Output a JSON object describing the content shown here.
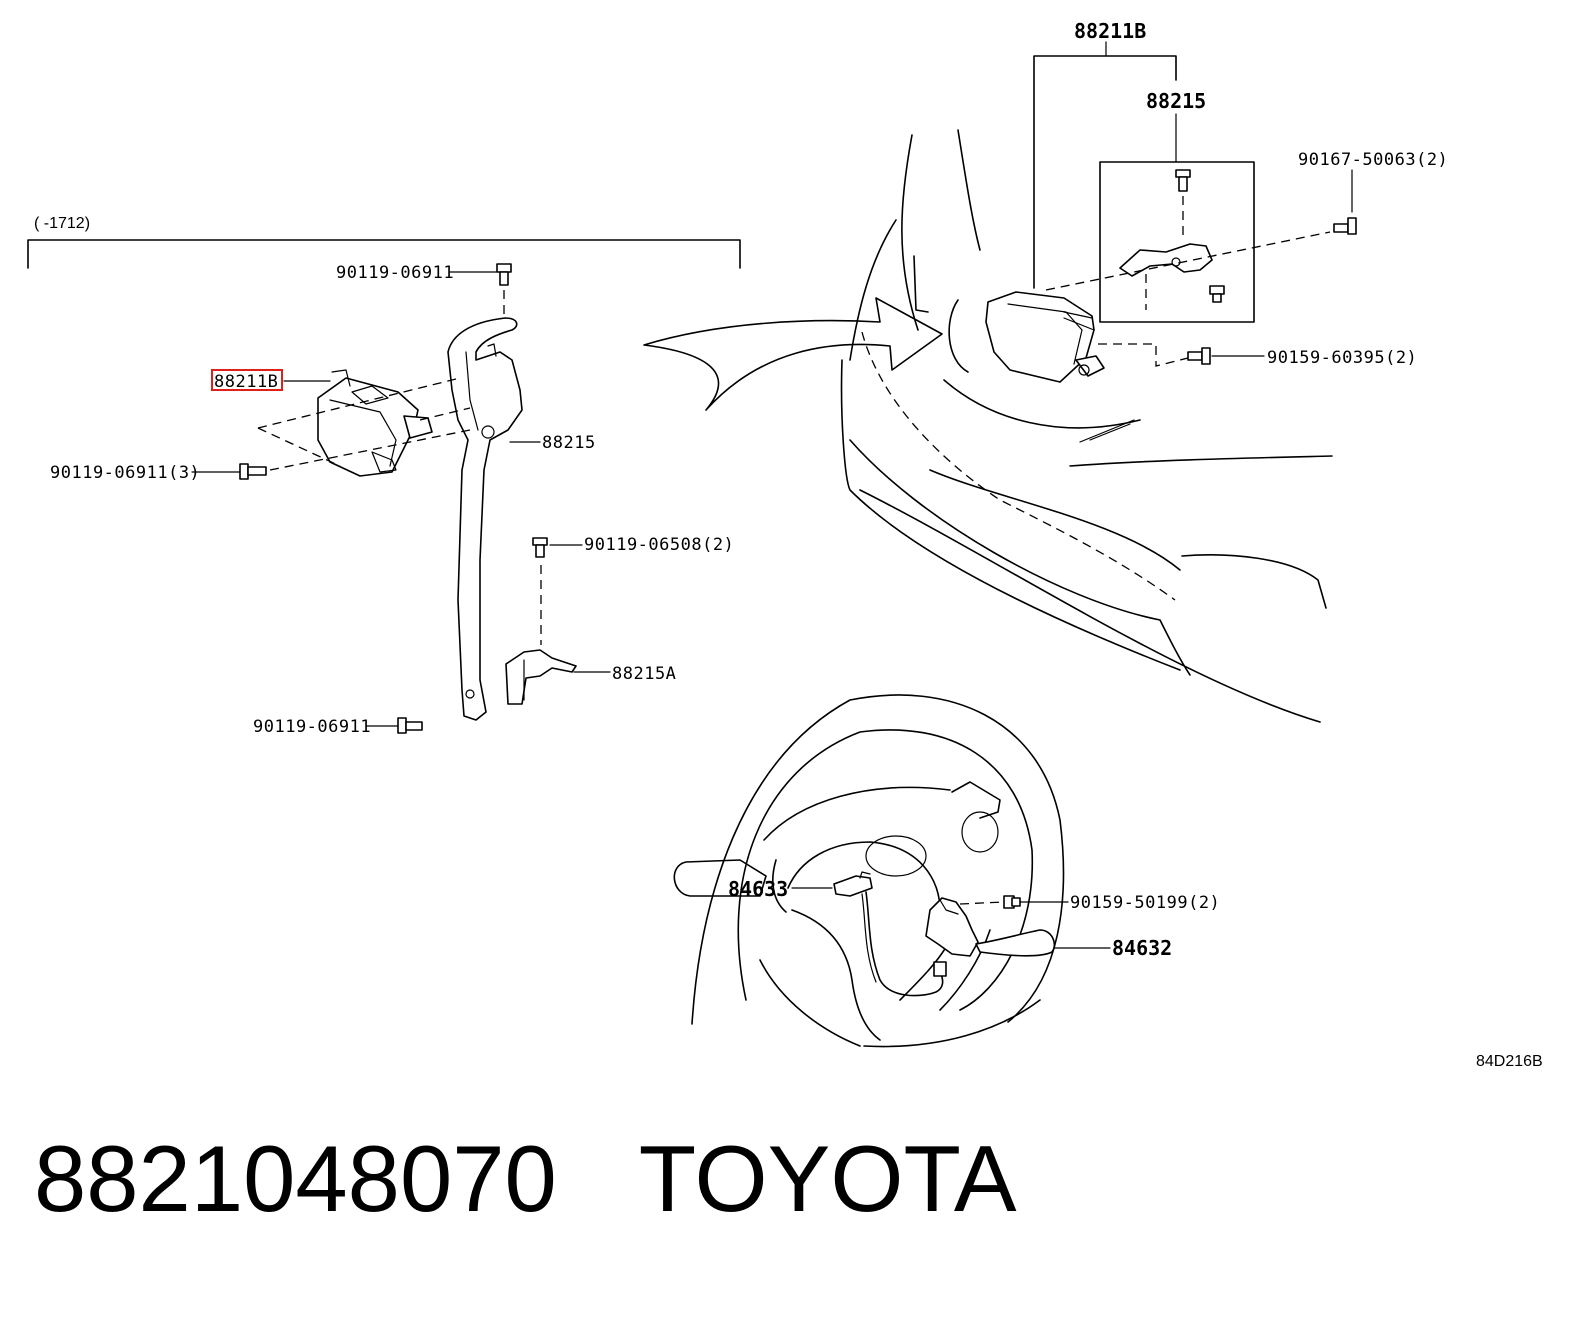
{
  "diagram": {
    "group_range": "(      -1712)",
    "drawing_code": "84D216B",
    "labels": {
      "part_88211_highlighted": "88211B",
      "part_88215_left": "88215",
      "part_88215A": "88215A",
      "bolt_top": "90119-06911",
      "bolt_left": "90119-06911(3)",
      "bolt_bottom": "90119-06911",
      "bolt_bracket": "90119-06508(2)",
      "part_88211B_right": "88211B",
      "part_88215_right": "88215",
      "screw_90167": "90167-50063(2)",
      "screw_90159_60395": "90159-60395(2)",
      "part_84633": "84633",
      "part_84632": "84632",
      "screw_90159_50199": "90159-50199(2)"
    },
    "highlight_color": "#e0201c"
  },
  "caption": {
    "part_number": "8821048070",
    "brand": "TOYOTA"
  }
}
